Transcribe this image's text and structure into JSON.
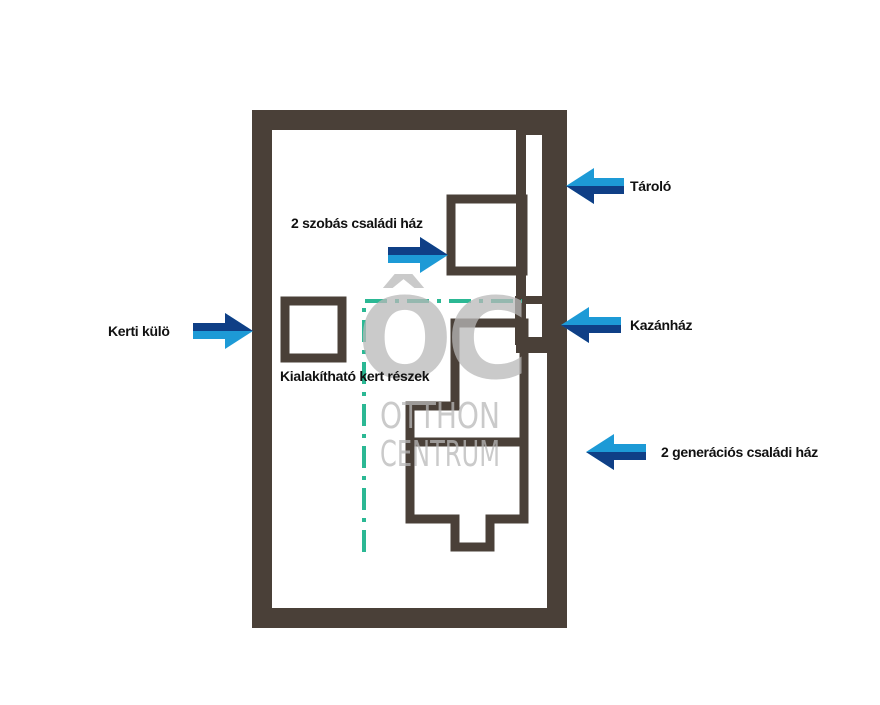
{
  "colors": {
    "wall": "#4a4038",
    "garden_boundary": "#2bb894",
    "arrow_light": "#1d9ad6",
    "arrow_dark": "#0f3f86",
    "watermark": "#b9b9b9",
    "background": "#ffffff"
  },
  "watermark": {
    "logo": "ÔC",
    "line1": "OTTHON",
    "line2": "CENTRUM"
  },
  "labels": {
    "tarolo": "Tároló",
    "ket_szobas_haz": "2 szobás családi ház",
    "kazanhaz": "Kazánház",
    "kerti_kulo": "Kerti külö",
    "kialakithato_kert": "Kialakítható kert részek",
    "ket_generacios_haz": "2 generációs családi ház"
  },
  "arrows": [
    {
      "target": "tarolo",
      "direction": "left",
      "icon": "arrow-left-icon"
    },
    {
      "target": "ket_szobas_haz",
      "direction": "right",
      "icon": "arrow-right-icon"
    },
    {
      "target": "kazanhaz",
      "direction": "left",
      "icon": "arrow-left-icon"
    },
    {
      "target": "kerti_kulo",
      "direction": "right",
      "icon": "arrow-right-icon"
    },
    {
      "target": "ket_generacios_haz",
      "direction": "left",
      "icon": "arrow-left-icon"
    }
  ]
}
